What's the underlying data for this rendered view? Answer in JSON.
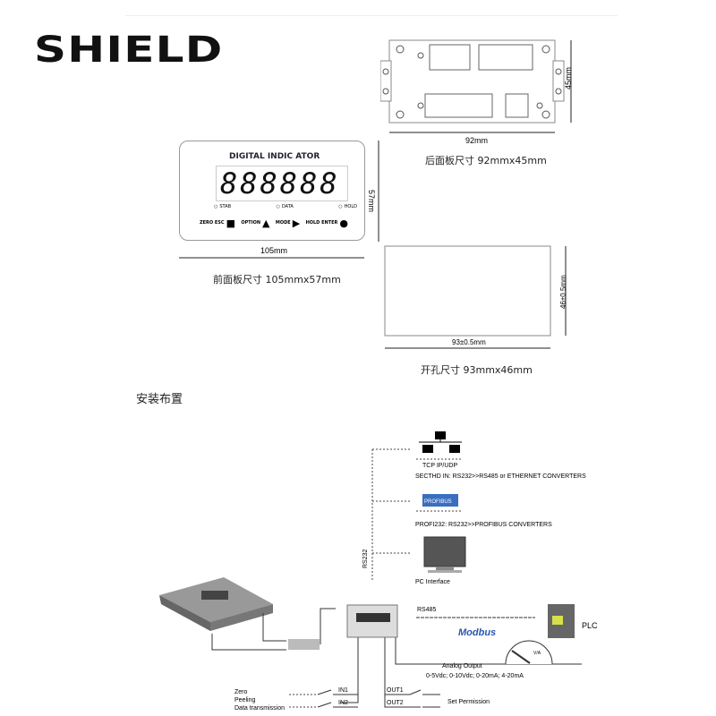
{
  "brand": {
    "logo": "SHIELD"
  },
  "rear_panel": {
    "width_label": "92mm",
    "height_label": "45mm",
    "caption": "后面板尺寸  92mmx45mm"
  },
  "front_panel": {
    "title": "DIGITAL INDIC ATOR",
    "display": "888888",
    "leds": [
      "STAB",
      "DATA",
      "HOLD"
    ],
    "buttons": [
      {
        "label": "ZERO ESC",
        "symbol": "■"
      },
      {
        "label": "OPTION",
        "symbol": "▲"
      },
      {
        "label": "MODE",
        "symbol": "▶"
      },
      {
        "label": "HOLD ENTER",
        "symbol": "●"
      }
    ],
    "width_label": "105mm",
    "height_label": "57mm",
    "caption": "前面板尺寸  105mmx57mm"
  },
  "cutout": {
    "width_label": "93±0.5mm",
    "height_label": "46±0.5mm",
    "caption": "开孔尺寸  93mmx46mm"
  },
  "section_title": "安装布置",
  "diagram": {
    "tcp": "TCP IP/UDP",
    "secthd": "SECTHD IN:  RS232>>RS485 or ETHERNET CONVERTERS",
    "profibus_logo": "PROFIBUS",
    "profi": "PROFI232:  RS232>>PROFIBUS CONVERTERS",
    "pc": "PC Interface",
    "rs232": "RS232",
    "rs485": "RS485",
    "modbus": "Modbus",
    "plc": "PLC",
    "analog": "Analog Output",
    "analog_ranges": "0-5Vdc; 0-10Vdc; 0-20mA; 4-20mA",
    "meter": "V/A",
    "inputs": [
      "Zero",
      "Peeling",
      "Data transmission"
    ],
    "in1": "IN1",
    "in2": "IN2",
    "out1": "OUT1",
    "out2": "OUT2",
    "set_permission": "Set Permission"
  }
}
